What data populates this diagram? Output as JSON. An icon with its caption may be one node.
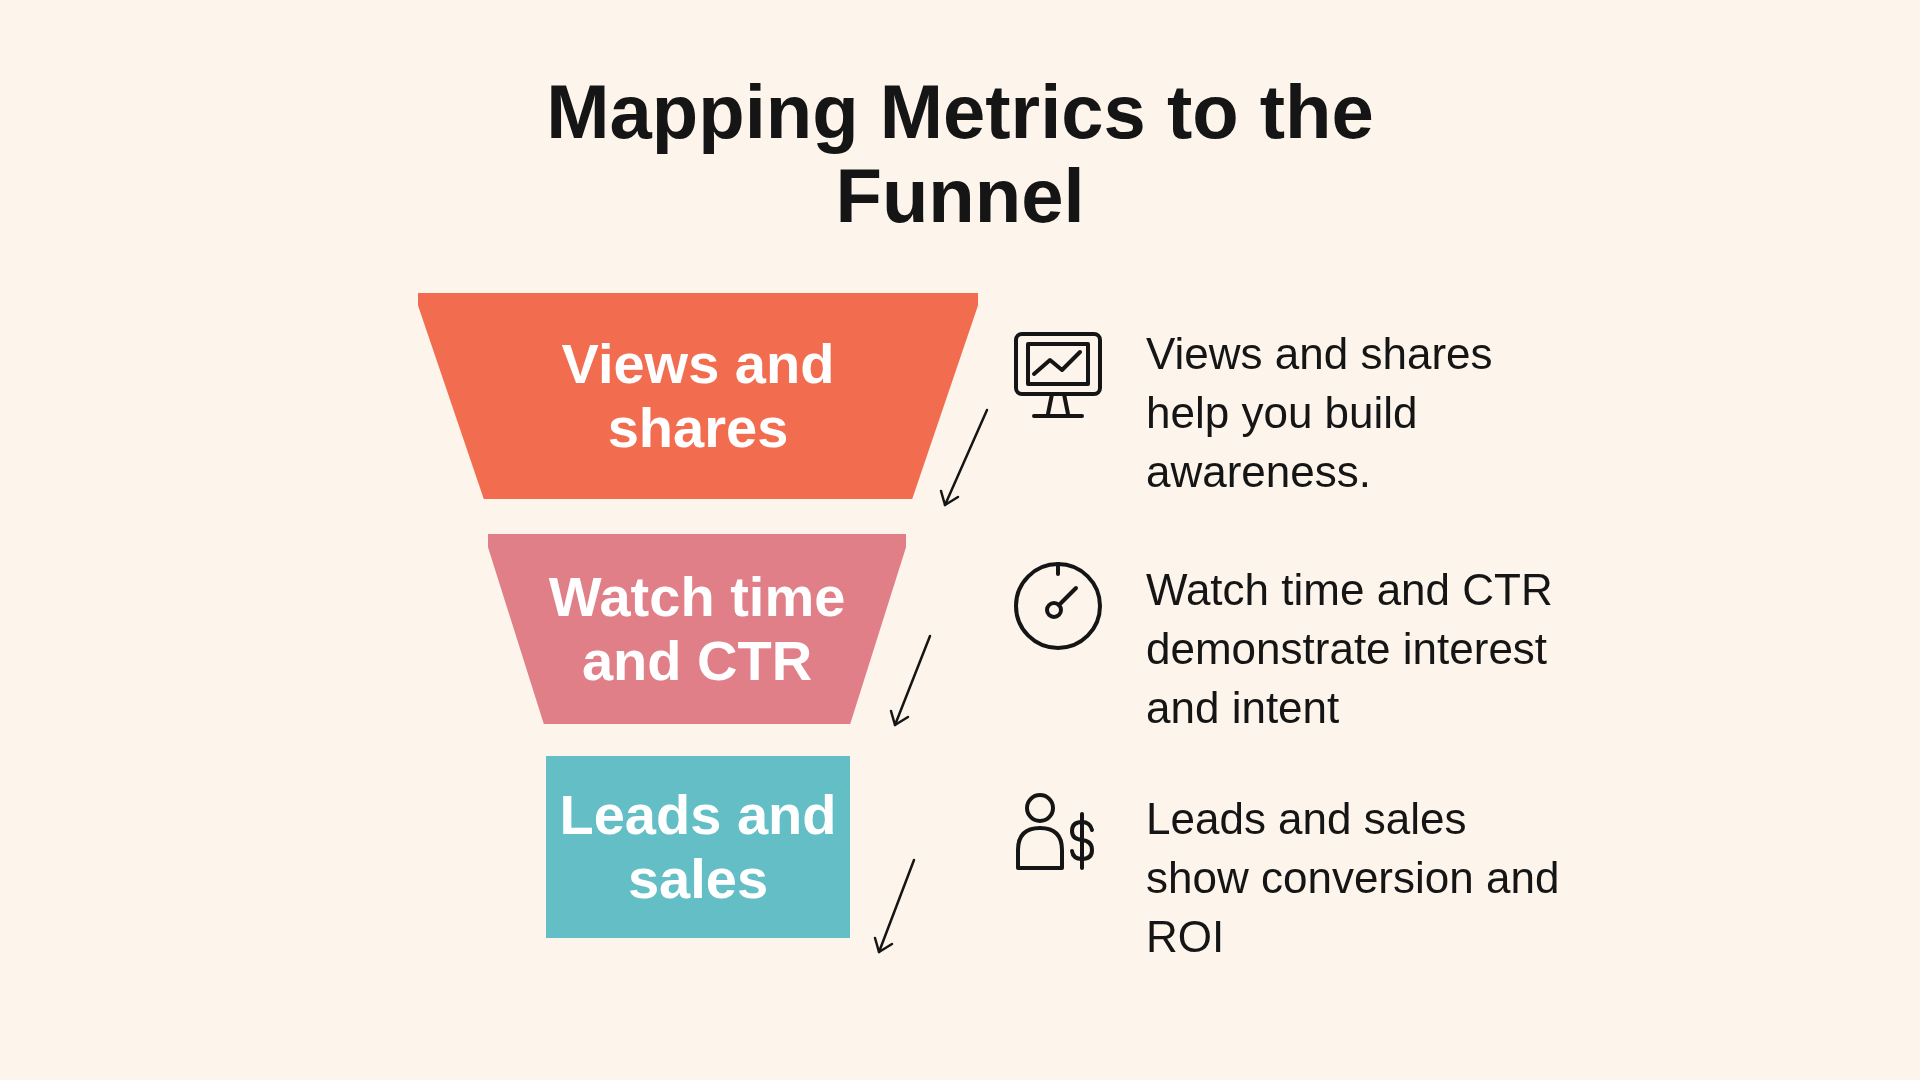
{
  "diagram": {
    "title": "Mapping Metrics to the Funnel",
    "nodes": [
      {
        "text": [
          "Views and shares"
        ]
      },
      {
        "text": [
          "Watch time and CTR"
        ]
      },
      {
        "text": [
          "Leads and sales"
        ]
      }
    ],
    "labels": [
      "Views and shares help you build awareness.",
      "Watch time and CTR demonstrate interest and intent",
      "Leads and sales show conversion and ROI"
    ]
  }
}
